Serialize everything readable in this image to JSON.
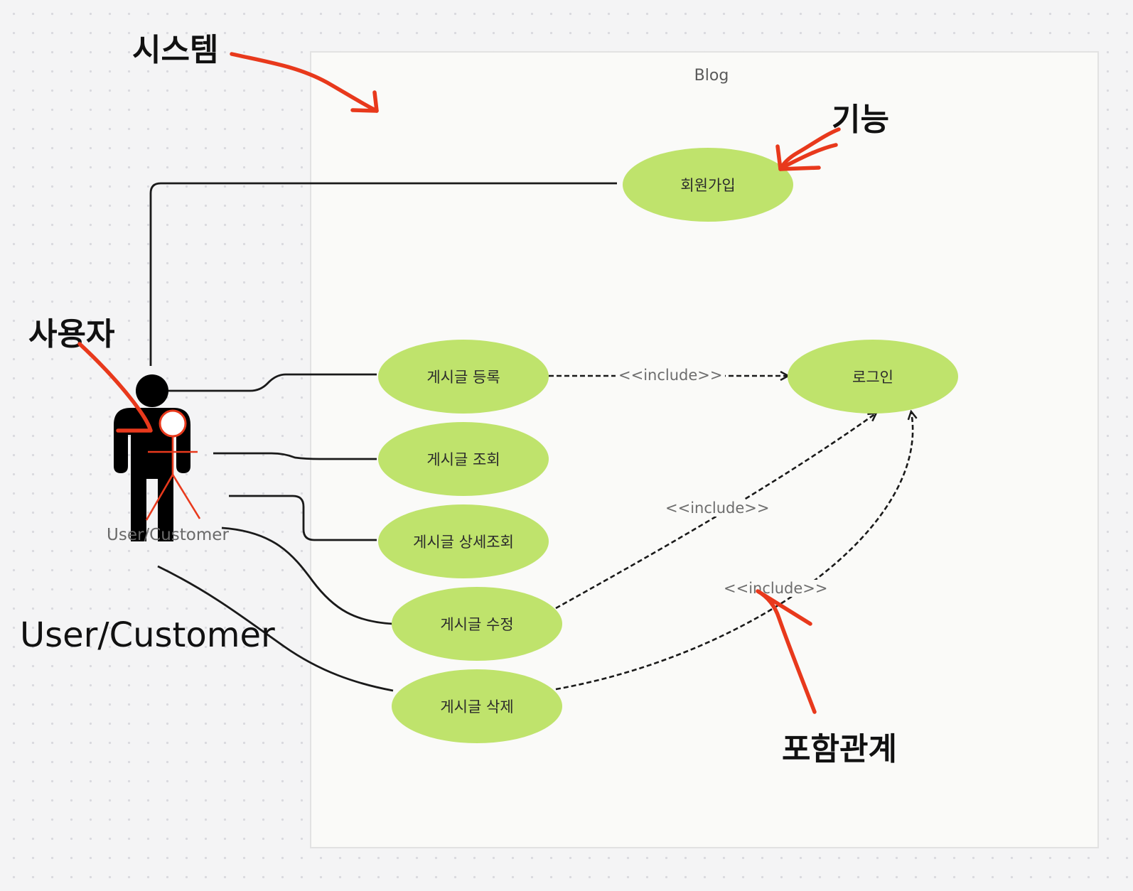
{
  "system": {
    "title": "Blog"
  },
  "actor": {
    "caption": "User/Customer",
    "big_label": "User/Customer"
  },
  "use_cases": {
    "signup": "회원가입",
    "login": "로그인",
    "post_create": "게시글 등록",
    "post_view": "게시글 조회",
    "post_detail": "게시글 상세조회",
    "post_edit": "게시글 수정",
    "post_delete": "게시글 삭제"
  },
  "relations": {
    "include_1": "<<include>>",
    "include_2": "<<include>>",
    "include_3": "<<include>>"
  },
  "annotations": {
    "system": "시스템",
    "feature": "기능",
    "user": "사용자",
    "include_relation": "포함관계"
  },
  "colors": {
    "usecase_fill": "#bfe36c",
    "annotation_red": "#e8391c",
    "line": "#1a1a1a"
  }
}
